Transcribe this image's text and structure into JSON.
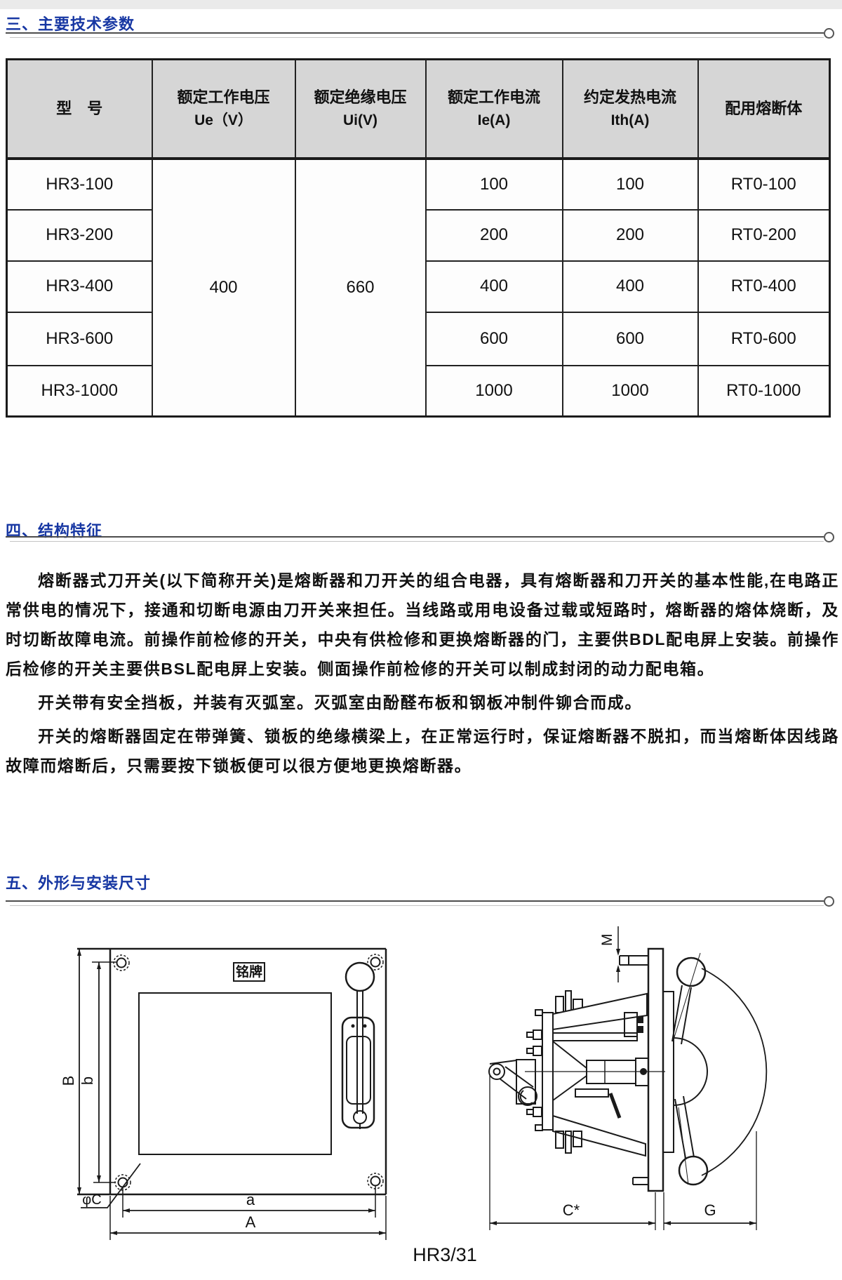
{
  "sections": {
    "params": {
      "title": "三、主要技术参数"
    },
    "structure": {
      "title": "四、结构特征"
    },
    "outline": {
      "title": "五、外形与安装尺寸"
    }
  },
  "table": {
    "headers": {
      "model": {
        "l1": "型　号",
        "l2": ""
      },
      "ue": {
        "l1": "额定工作电压",
        "l2": "Ue（V）"
      },
      "ui": {
        "l1": "额定绝缘电压",
        "l2": "Ui(V)"
      },
      "ie": {
        "l1": "额定工作电流",
        "l2": "Ie(A)"
      },
      "ith": {
        "l1": "约定发热电流",
        "l2": "Ith(A)"
      },
      "fuse": {
        "l1": "配用熔断体",
        "l2": ""
      }
    },
    "ue_value": "400",
    "ui_value": "660",
    "rows": [
      {
        "model": "HR3-100",
        "ie": "100",
        "ith": "100",
        "fuse": "RT0-100"
      },
      {
        "model": "HR3-200",
        "ie": "200",
        "ith": "200",
        "fuse": "RT0-200"
      },
      {
        "model": "HR3-400",
        "ie": "400",
        "ith": "400",
        "fuse": "RT0-400"
      },
      {
        "model": "HR3-600",
        "ie": "600",
        "ith": "600",
        "fuse": "RT0-600"
      },
      {
        "model": "HR3-1000",
        "ie": "1000",
        "ith": "1000",
        "fuse": "RT0-1000"
      }
    ]
  },
  "paragraphs": {
    "p1": "熔断器式刀开关(以下简称开关)是熔断器和刀开关的组合电器，具有熔断器和刀开关的基本性能,在电路正常供电的情况下，接通和切断电源由刀开关来担任。当线路或用电设备过载或短路时，熔断器的熔体烧断，及时切断故障电流。前操作前检修的开关，中央有供检修和更换熔断器的门，主要供BDL配电屏上安装。前操作后检修的开关主要供BSL配电屏上安装。侧面操作前检修的开关可以制成封闭的动力配电箱。",
    "p2": "开关带有安全挡板，并装有灭弧室。灭弧室由酚醛布板和钢板冲制件铆合而成。",
    "p3": "开关的熔断器固定在带弹簧、锁板的绝缘横梁上，在正常运行时，保证熔断器不脱扣，而当熔断体因线路故障而熔断后，只需要按下锁板便可以很方便地更换熔断器。"
  },
  "front_view": {
    "nameplate": "铭牌",
    "dim_B": "B",
    "dim_b": "b",
    "dim_phiC": "φC",
    "dim_a": "a",
    "dim_A": "A"
  },
  "side_view": {
    "dim_M": "M",
    "dim_C": "C*",
    "dim_G": "G"
  },
  "footer": "HR3/31"
}
